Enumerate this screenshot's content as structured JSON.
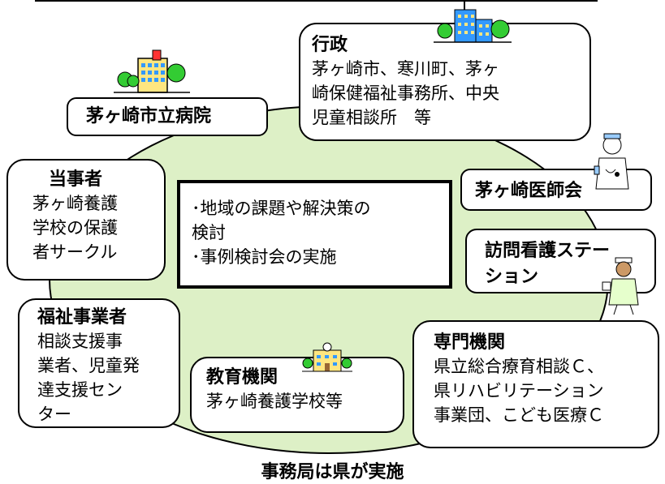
{
  "nodes": {
    "hospital": {
      "title": "茅ヶ崎市立病院"
    },
    "gyosei": {
      "title": "行政",
      "body": "茅ヶ崎市、寒川町、茅ヶ\n崎保健福祉事務所、中央\n児童相談所　等"
    },
    "tojisha": {
      "title": "当事者",
      "body": "茅ヶ崎養護\n学校の保護\n者サークル"
    },
    "ishikai": {
      "title": "茅ヶ崎医師会"
    },
    "homon": {
      "title": "訪問看護ステー\nション"
    },
    "fukushi": {
      "title": "福祉事業者",
      "body": "相談支援事\n業者、児童発\n達支援セン\nター"
    },
    "kyoiku": {
      "title": "教育機関",
      "body": "茅ヶ崎養護学校等"
    },
    "senmon": {
      "title": "専門機関",
      "body": "県立総合療育相談Ｃ、\n県リハビリテーション\n事業団、こども医療Ｃ"
    }
  },
  "center": {
    "line1": "･地域の課題や解決策の",
    "line2": "検討",
    "line3": "･事例検討会の実施"
  },
  "footer": "事務局は県が実施",
  "colors": {
    "ellipse_fill": "#ddf0c6",
    "tree_green": "#33cc33",
    "building_yellow": "#ffe680",
    "building_blue": "#3399ff"
  },
  "icons": [
    "hospital-building-icon",
    "government-building-icon",
    "doctor-icon",
    "nurse-icon",
    "school-building-icon"
  ]
}
